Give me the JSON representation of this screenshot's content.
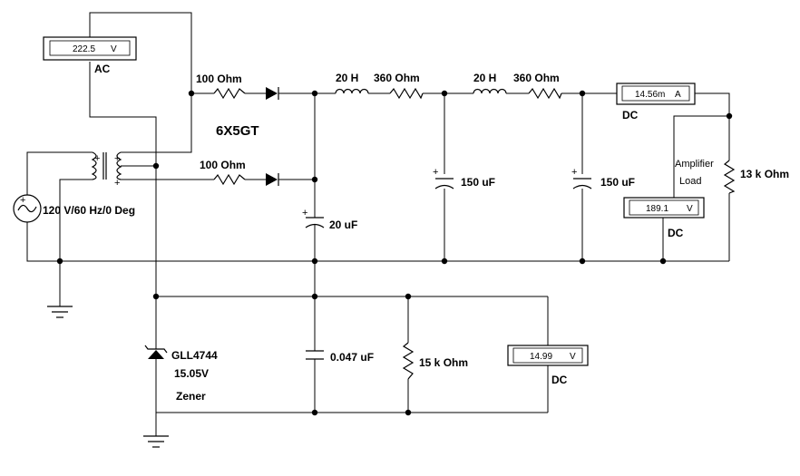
{
  "source": {
    "label": "120 V/60 Hz/0 Deg"
  },
  "resistors": {
    "r_top": "100  Ohm",
    "r_bottom": "100  Ohm",
    "r_stage1": "360  Ohm",
    "r_stage2": "360  Ohm",
    "r_load": "13 k Ohm",
    "r_regulator": "15 k Ohm"
  },
  "inductors": {
    "l_stage1": "20 H",
    "l_stage2": "20 H"
  },
  "capacitors": {
    "c_input": "20 uF",
    "c_stage1": "150 uF",
    "c_stage2": "150 uF",
    "c_regulator": "0.047 uF"
  },
  "tube": {
    "label": "6X5GT"
  },
  "zener": {
    "line1": "GLL4744",
    "line2": "15.05V",
    "line3": "Zener"
  },
  "load": {
    "line1": "Amplifier",
    "line2": "Load"
  },
  "meters": {
    "ac_voltmeter": {
      "value": "222.5",
      "unit": "V",
      "mode": "AC"
    },
    "dc_ammeter": {
      "value": "14.56m",
      "unit": "A",
      "mode": "DC"
    },
    "dc_voltmeter_load": {
      "value": "189.1",
      "unit": "V",
      "mode": "DC"
    },
    "dc_voltmeter_zener": {
      "value": "14.99",
      "unit": "V",
      "mode": "DC"
    }
  },
  "transformer": {
    "plus_sign": "+"
  },
  "capacitor_plus": "+"
}
